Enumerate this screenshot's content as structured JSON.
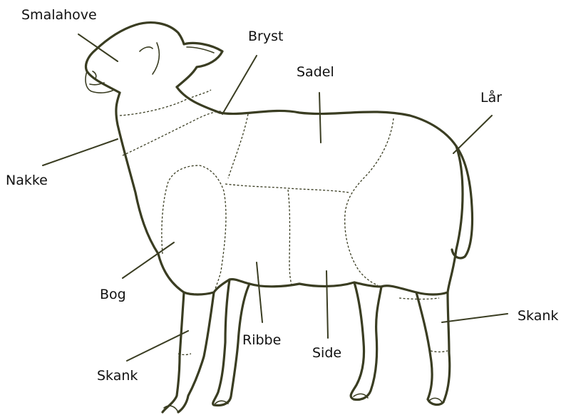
{
  "colors": {
    "ink": "#3a3d22",
    "text": "#111111",
    "background": "#ffffff"
  },
  "labels": {
    "smalahove": "Smalahove",
    "bryst": "Bryst",
    "sadel": "Sadel",
    "lar": "Lår",
    "nakke": "Nakke",
    "bog": "Bog",
    "ribbe": "Ribbe",
    "side": "Side",
    "skank_right": "Skank",
    "skank_left": "Skank"
  }
}
